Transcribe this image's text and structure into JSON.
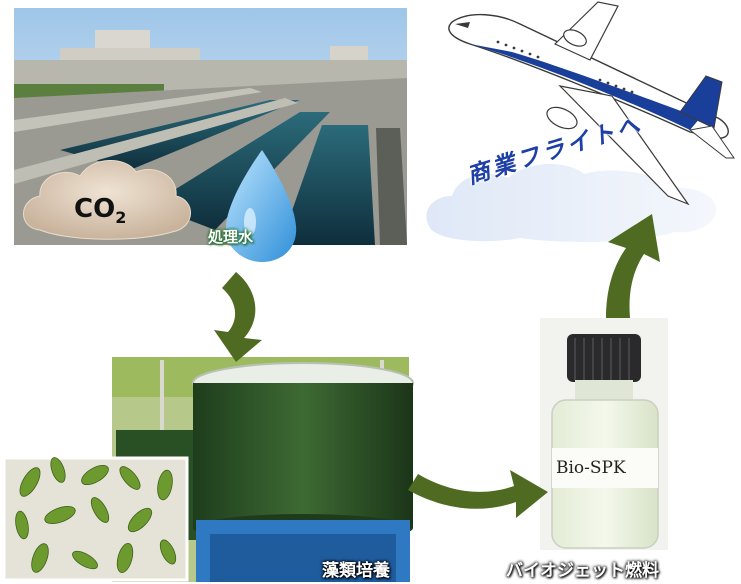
{
  "labels": {
    "co2_main": "CO",
    "co2_sub": "2",
    "treated_water": "処理水",
    "algae_culture": "藻類培養",
    "biojet_fuel": "バイオジェット燃料",
    "commercial_flight": "商業フライトへ",
    "bottle_label": "Bio-SPK"
  },
  "colors": {
    "arrow": "#4f6b22",
    "water_drop": "#5ab4ec",
    "flight_text": "#1d3fa6",
    "cloud": "#d8c5b0",
    "algae": "#2e5a2a",
    "plane_stripe": "#1a3f9a"
  },
  "icons": [
    "airplane-icon",
    "water-drop-icon",
    "co2-cloud-icon",
    "cycle-arrow-icon"
  ]
}
